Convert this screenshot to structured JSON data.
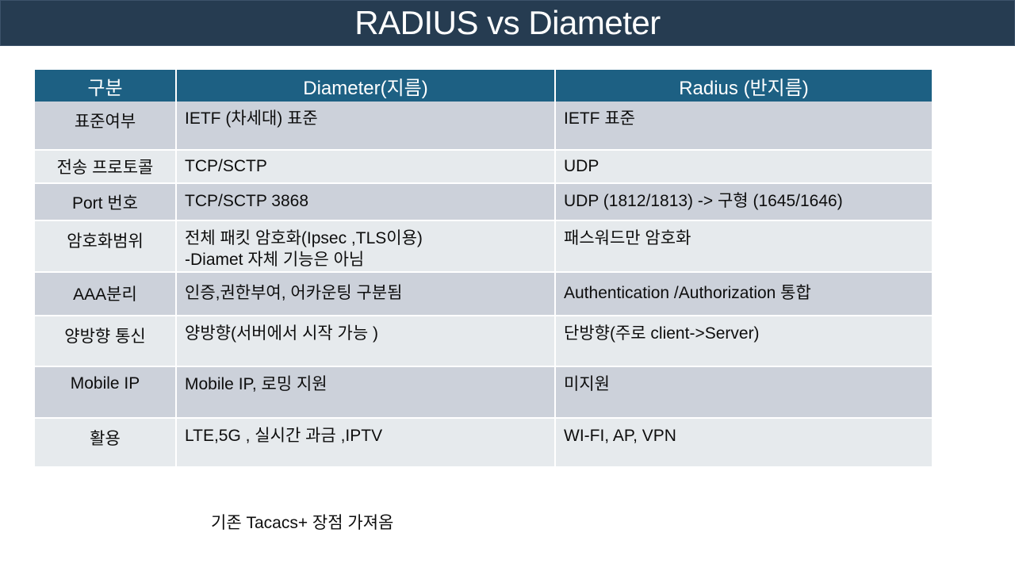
{
  "slide": {
    "title": "RADIUS vs Diameter",
    "title_bar_color": "#263c51",
    "header_color": "#1d6083",
    "band_a_color": "#ccd1da",
    "band_b_color": "#e6eaed",
    "text_color": "#0d0d0d"
  },
  "table": {
    "headers": [
      "구분",
      "Diameter(지름)",
      "Radius (반지름)"
    ],
    "rows": [
      {
        "key": "표준여부",
        "diameter": [
          "IETF (차세대) 표준"
        ],
        "radius": [
          "IETF 표준"
        ]
      },
      {
        "key": "전송 프로토콜",
        "diameter": [
          "TCP/SCTP"
        ],
        "radius": [
          "UDP"
        ]
      },
      {
        "key": "Port 번호",
        "diameter": [
          "TCP/SCTP 3868"
        ],
        "radius": [
          "UDP (1812/1813)  -> 구형 (1645/1646)"
        ]
      },
      {
        "key": "암호화범위",
        "diameter": [
          "전체 패킷 암호화(Ipsec ,TLS이용)",
          "-Diamet 자체 기능은 아님"
        ],
        "radius": [
          "패스워드만 암호화"
        ]
      },
      {
        "key": "AAA분리",
        "diameter": [
          "인증,권한부여, 어카운팅 구분됨"
        ],
        "radius": [
          "Authentication /Authorization 통합"
        ]
      },
      {
        "key": "양방향 통신",
        "diameter": [
          "양방향(서버에서 시작 가능 )"
        ],
        "radius": [
          "단방향(주로 client->Server)"
        ]
      },
      {
        "key": "Mobile IP",
        "diameter": [
          " Mobile IP, 로밍 지원"
        ],
        "radius": [
          "미지원"
        ]
      },
      {
        "key": "활용",
        "diameter": [
          "LTE,5G  , 실시간 과금 ,IPTV"
        ],
        "radius": [
          "WI-FI, AP, VPN"
        ]
      }
    ]
  },
  "footnote": "기존 Tacacs+ 장점 가져옴"
}
